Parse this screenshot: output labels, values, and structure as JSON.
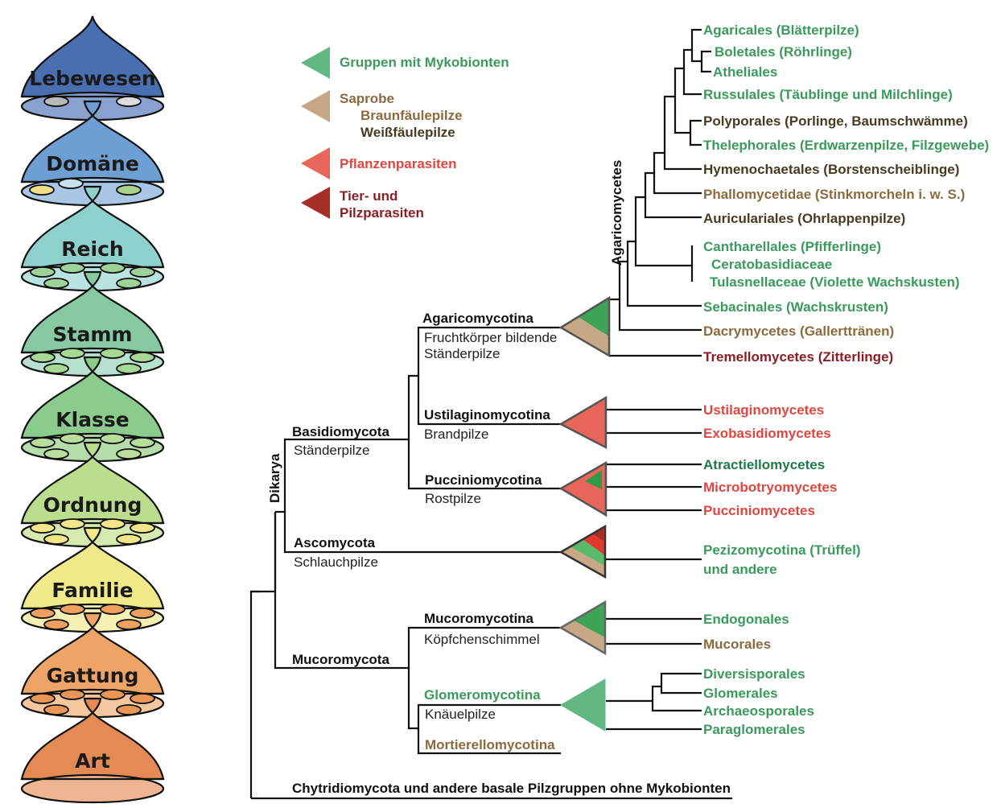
{
  "colors": {
    "mycobiont": "#3a9a5c",
    "saprobe": "#8c6a3e",
    "white_rot": "#4a3a22",
    "plant_parasite": "#e0463f",
    "animal_fungus_parasite": "#8a1e22",
    "black": "#111111",
    "tri_mycobiont": "#62b883",
    "tri_mycobiont_dark": "#3ea257",
    "tri_saprobe": "#c6a886",
    "tri_plant": "#e8655a",
    "tri_animal": "#a72d27"
  },
  "hierarchy": {
    "title": "Taxonomic ranks",
    "ranks": [
      {
        "label": "Lebewesen",
        "top": "#4a6fb0",
        "bottom": "#8aa0cf",
        "spores": [
          "#b9b9b9",
          "#dcdcdc"
        ]
      },
      {
        "label": "Domäne",
        "top": "#6e9fd2",
        "bottom": "#a9c6e4",
        "spores": [
          "#f0e08a",
          "#c9e1ec",
          "#a7d08f"
        ]
      },
      {
        "label": "Reich",
        "top": "#8ed0cc",
        "bottom": "#b9e3e0",
        "spores": [
          "#9fd19a"
        ]
      },
      {
        "label": "Stamm",
        "top": "#86c9a2",
        "bottom": "#b7e0cf",
        "spores": [
          "#a8d895"
        ]
      },
      {
        "label": "Klasse",
        "top": "#8ccb8e",
        "bottom": "#b5dcaa",
        "spores": [
          "#b8dd9c"
        ]
      },
      {
        "label": "Ordnung",
        "top": "#bcdc8e",
        "bottom": "#d6eab0",
        "spores": [
          "#f1e78a"
        ]
      },
      {
        "label": "Familie",
        "top": "#f0ea8a",
        "bottom": "#f4f0b4",
        "spores": [
          "#eda060"
        ]
      },
      {
        "label": "Gattung",
        "top": "#eea466",
        "bottom": "#f5c79e",
        "spores": [
          "#e99656"
        ]
      },
      {
        "label": "Art",
        "top": "#e48a54",
        "bottom": "#eeb590",
        "spores": []
      }
    ]
  },
  "legend": [
    {
      "lines": [
        "Gruppen mit Mykobionten"
      ],
      "colors": [
        "#3a9a5c"
      ],
      "triangle": "#62b883"
    },
    {
      "lines": [
        "Saprobe",
        "Braunfäulepilze",
        "Weißfäulepilze"
      ],
      "colors": [
        "#8c6a3e",
        "#8c6a3e",
        "#4a3a22"
      ],
      "triangle": "#c6a886"
    },
    {
      "lines": [
        "Pflanzenparasiten"
      ],
      "colors": [
        "#e0463f"
      ],
      "triangle": "#e8655a"
    },
    {
      "lines": [
        "Tier- und",
        "Pilzparasiten"
      ],
      "colors": [
        "#8a1e22",
        "#8a1e22"
      ],
      "triangle": "#a72d27"
    }
  ],
  "tree": {
    "vertical_labels": {
      "dikarya": "Dikarya",
      "agaricomycetes": "Agaricomycetes"
    },
    "clades": {
      "basidiomycota": {
        "name": "Basidiomycota",
        "common": "Ständerpilze"
      },
      "ascomycota": {
        "name": "Ascomycota",
        "common": "Schlauchpilze"
      },
      "mucoromycota": {
        "name": "Mucoromycota"
      },
      "agaricomycotina": {
        "name": "Agaricomycotina",
        "common1": "Fruchtkörper bildende",
        "common2": "Ständerpilze"
      },
      "ustilaginomycotina": {
        "name": "Ustilaginomycotina",
        "common": "Brandpilze"
      },
      "pucciniomycotina": {
        "name": "Pucciniomycotina",
        "common": "Rostpilze"
      },
      "mucoromycotina": {
        "name": "Mucoromycotina",
        "common": "Köpfchenschimmel"
      },
      "glomeromycotina": {
        "name": "Glomeromycotina",
        "common": "Knäuelpilze"
      },
      "mortierellomycotina": {
        "name": "Mortierellomycotina"
      },
      "chytridiomycota": {
        "name": "Chytridiomycota und andere basale Pilzgruppen ohne Mykobionten"
      }
    },
    "tips": [
      {
        "id": "agaricales",
        "label": "Agaricales (Blätterpilze)",
        "color": "#3a9a5c"
      },
      {
        "id": "boletales",
        "label": "Boletales (Röhrlinge)",
        "color": "#3a9a5c"
      },
      {
        "id": "atheliales",
        "label": "Atheliales",
        "color": "#3a9a5c"
      },
      {
        "id": "russulales",
        "label": "Russulales (Täublinge und Milchlinge)",
        "color": "#3a9a5c"
      },
      {
        "id": "polyporales",
        "label": "Polyporales (Porlinge, Baumschwämme)",
        "color": "#4a3a22"
      },
      {
        "id": "thelephorales",
        "label": "Thelephorales (Erdwarzenpilze, Filzgewebe)",
        "color": "#3a9a5c"
      },
      {
        "id": "hymenochaetales",
        "label": "Hymenochaetales (Borstenscheiblinge)",
        "color": "#4a3a22"
      },
      {
        "id": "phallomycetidae",
        "label": "Phallomycetidae (Stinkmorcheln i. w. S.)",
        "color": "#8c6a3e"
      },
      {
        "id": "auriculariales",
        "label": "Auriculariales (Ohrlappenpilze)",
        "color": "#4a3a22"
      },
      {
        "id": "cantharellales",
        "label": "Cantharellales (Pfifferlinge)",
        "color": "#3a9a5c"
      },
      {
        "id": "ceratobasidiaceae",
        "label": "Ceratobasidiaceae",
        "color": "#3a9a5c"
      },
      {
        "id": "tulasnellaceae",
        "label": "Tulasnellaceae (Violette Wachskusten)",
        "color": "#3a9a5c"
      },
      {
        "id": "sebacinales",
        "label": "Sebacinales (Wachskrusten)",
        "color": "#3a9a5c"
      },
      {
        "id": "dacrymycetes",
        "label": "Dacrymycetes (Gallerttränen)",
        "color": "#8c6a3e"
      },
      {
        "id": "tremellomycetes",
        "label": "Tremellomycetes (Zitterlinge)",
        "color": "#8a1e22"
      },
      {
        "id": "ustilaginomycetes",
        "label": "Ustilaginomycetes",
        "color": "#e0463f"
      },
      {
        "id": "exobasidiomycetes",
        "label": "Exobasidiomycetes",
        "color": "#e0463f"
      },
      {
        "id": "atractiellomycetes",
        "label": "Atractiellomycetes",
        "color": "#1f7a45"
      },
      {
        "id": "microbotryomycetes",
        "label": "Microbotryomycetes",
        "color": "#e0463f"
      },
      {
        "id": "pucciniomycetes",
        "label": "Pucciniomycetes",
        "color": "#e0463f"
      },
      {
        "id": "pezizomycotina",
        "label": "Pezizomycotina (Trüffel)",
        "label2": "und andere",
        "color": "#3a9a5c"
      },
      {
        "id": "endogonales",
        "label": "Endogonales",
        "color": "#3a9a5c"
      },
      {
        "id": "mucorales",
        "label": "Mucorales",
        "color": "#8c6a3e"
      },
      {
        "id": "diversisporales",
        "label": "Diversisporales",
        "color": "#3a9a5c"
      },
      {
        "id": "glomerales",
        "label": "Glomerales",
        "color": "#3a9a5c"
      },
      {
        "id": "archaeosporales",
        "label": "Archaeosporales",
        "color": "#3a9a5c"
      },
      {
        "id": "paraglomerales",
        "label": "Paraglomerales",
        "color": "#3a9a5c"
      }
    ]
  }
}
